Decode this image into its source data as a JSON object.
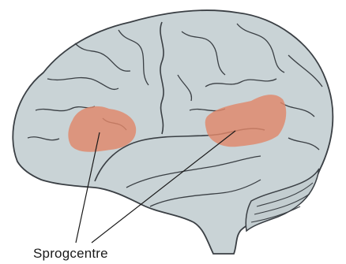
{
  "diagram": {
    "caption": "Sprogcentre",
    "regions": [
      {
        "id": "broca",
        "highlight": true
      },
      {
        "id": "wernicke",
        "highlight": true
      }
    ]
  },
  "colors": {
    "brain_fill": "#c9d3d6",
    "outline": "#3a3f44",
    "highlight": "#e0876a",
    "background": "#ffffff",
    "text": "#1a1a1a"
  }
}
